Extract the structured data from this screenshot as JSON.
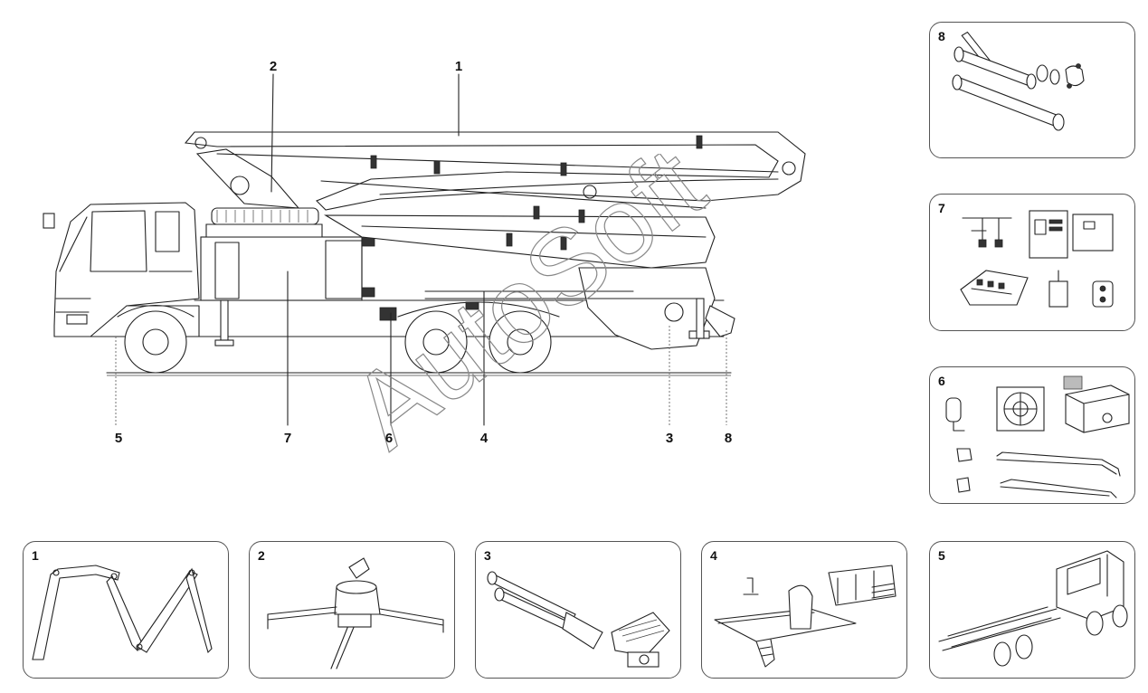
{
  "callouts": {
    "c1": "1",
    "c2": "2",
    "c3": "3",
    "c4": "4",
    "c5": "5",
    "c6": "6",
    "c7": "7",
    "c8": "8"
  },
  "panels": {
    "p1": "1",
    "p2": "2",
    "p3": "3",
    "p4": "4",
    "p5": "5",
    "p6": "6",
    "p7": "7",
    "p8": "8"
  },
  "watermark": "AutoSoft"
}
